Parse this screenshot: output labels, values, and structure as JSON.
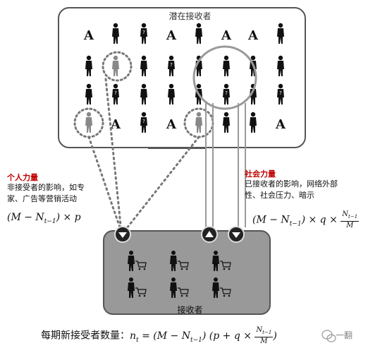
{
  "potential_box": {
    "title": "潜在接收者"
  },
  "adopters_box": {
    "title": "接收者"
  },
  "innovation": {
    "title": "个人力量",
    "desc_line1": "非接受者的影响，如专",
    "desc_line2": "家、广告等营销活动",
    "formula": "(M − N",
    "formula_sub": "t−1",
    "formula_tail": ") × p"
  },
  "imitation": {
    "title": "社会力量",
    "desc_line1": "已接收者的影响，网络外部",
    "desc_line2": "性、社会压力、暗示",
    "formula": "(M − N",
    "formula_sub": "t−1",
    "formula_tail": ") × q ×",
    "frac_num": "N",
    "frac_num_sub": "t−1",
    "frac_den": "M"
  },
  "bottom": {
    "label": "每期新接受者数量：",
    "lhs": "n",
    "lhs_sub": "t",
    "eq1": " = (M − N",
    "eq1_sub": "t−1",
    "eq2": ") (p + q ×",
    "frac_num": "N",
    "frac_num_sub": "t−1",
    "frac_den": "M",
    "eq3": ")"
  },
  "watermark": "一翻",
  "colors": {
    "accent": "#c00000",
    "adopters_fill": "#999999",
    "border": "#555555"
  }
}
